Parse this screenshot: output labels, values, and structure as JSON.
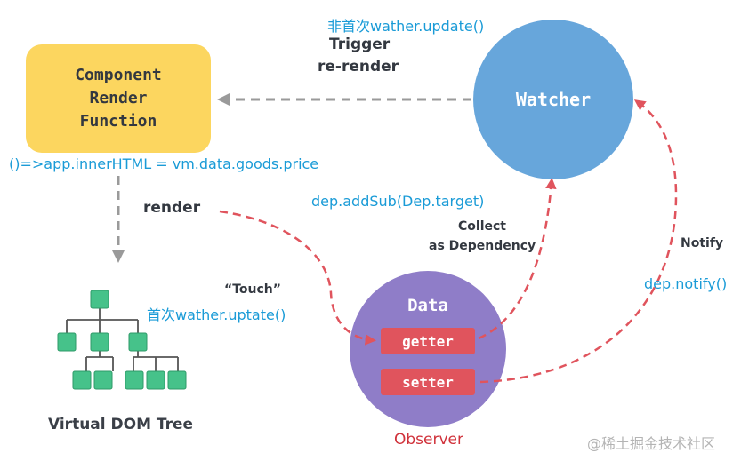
{
  "component": {
    "line1": "Component",
    "line2": "Render",
    "line3": "Function",
    "color": "#fcd65f"
  },
  "watcher": {
    "label": "Watcher",
    "color": "#67a6db"
  },
  "data_node": {
    "title": "Data",
    "getter": "getter",
    "setter": "setter",
    "color": "#8f7dc8",
    "pill_color": "#e0545d"
  },
  "labels": {
    "non_first_update": "非首次wather.update()",
    "trigger_line1": "Trigger",
    "trigger_line2": "re-render",
    "render_fn": "()=>app.innerHTML = vm.data.goods.price",
    "render": "render",
    "dep_addsub": "dep.addSub(Dep.target)",
    "collect_line1": "Collect",
    "collect_line2": "as Dependency",
    "notify": "Notify",
    "dep_notify": "dep.notify()",
    "touch": "“Touch”",
    "first_update": "首次wather.uptate()",
    "vdom_tree": "Virtual DOM Tree",
    "observer": "Observer",
    "watermark": "@稀土掘金技术社区"
  },
  "colors": {
    "arrow_red": "#e0545d",
    "arrow_gray": "#9a9a9a",
    "label_blue": "#1a9bd7",
    "tree_green": "#46c28a"
  }
}
